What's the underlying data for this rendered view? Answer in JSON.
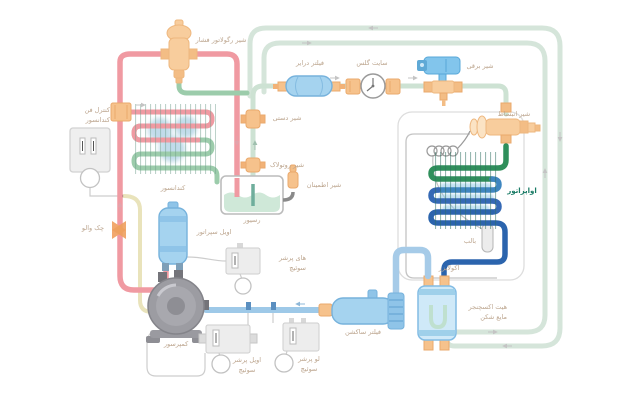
{
  "diagram": {
    "type": "refrigeration-cycle-schematic",
    "labels": {
      "pressure_regulator_valve": "شیر رگولاتور فشار",
      "condenser_fan_control": "کنترل فن\nکندانسور",
      "condenser": "کندانسور",
      "check_valve": "چک والو",
      "manual_valve": "شیر دستی",
      "rotolock_valve": "شیر روتولاک",
      "safety_valve": "شیر اطمینان",
      "receiver": "رسیور",
      "oil_separator": "اویل سپراتور",
      "high_pressure_switch": "های پرشر\nسوئیچ",
      "compressor": "کمپرسور",
      "oil_pressure_switch": "اویل پرشر\nسوئیچ",
      "low_pressure_switch": "لو پرشر\nسوئیچ",
      "suction_filter": "فیلتر ساکشن",
      "filter_dryer": "فیلتر درایر",
      "sight_glass": "سایت گلس",
      "solenoid_valve": "شیر برقی",
      "expansion_valve": "شیر انبساط",
      "evaporator": "اواپراتور",
      "bulb": "بالب",
      "equalizer": "اکولایزر",
      "heat_exchanger": "هیت اکسچنجر\nمایع شکن"
    },
    "colors": {
      "discharge_pipe_red": "#F09AA2",
      "condenser_coil_green": "#9CCCAB",
      "liquid_line_pale": "#CDE2D3",
      "loop_line_pale": "#D5E5DA",
      "evaporator_green": "#2F8F5B",
      "evaporator_blue": "#2B64AD",
      "suction_pipe_light_blue": "#9EC9E8",
      "component_blue": "#A5D3EF",
      "fitting_orange": "#F6C28C",
      "oil_line_yellow": "#E9E3BB",
      "label_text": "#BCA58E",
      "evaporator_label_text": "#177A64"
    }
  }
}
